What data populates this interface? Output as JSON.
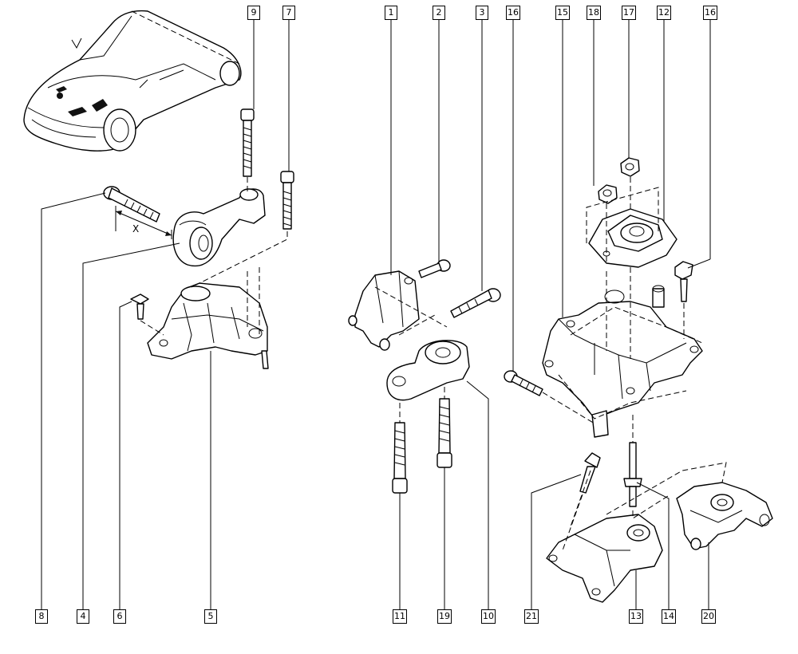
{
  "callouts": {
    "c9": "9",
    "c7": "7",
    "c1": "1",
    "c2": "2",
    "c3": "3",
    "c16a": "16",
    "c15": "15",
    "c18": "18",
    "c17": "17",
    "c12": "12",
    "c16b": "16",
    "c8": "8",
    "c4": "4",
    "c6": "6",
    "c5": "5",
    "c11": "11",
    "c19": "19",
    "c10": "10",
    "c21": "21",
    "c13": "13",
    "c14": "14",
    "c20": "20"
  },
  "dimension_label": "X"
}
